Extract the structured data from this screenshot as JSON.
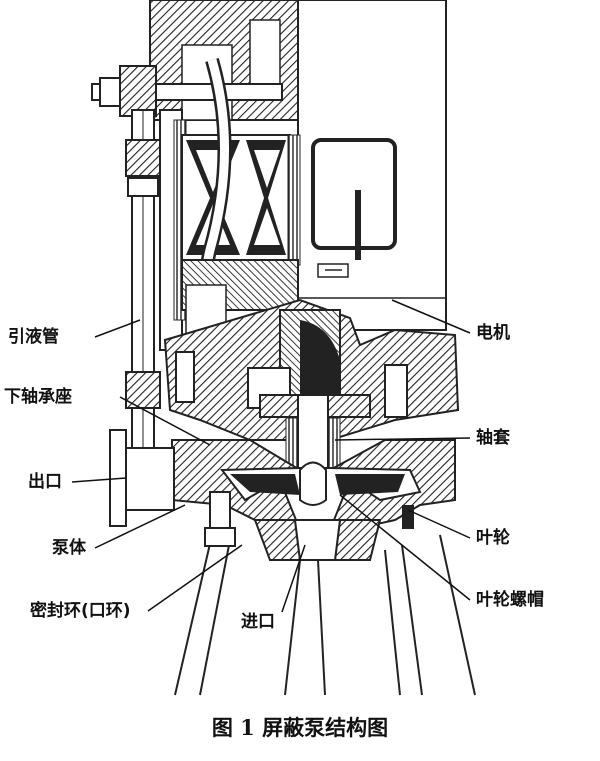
{
  "figure": {
    "labels": {
      "yinye": "引液管",
      "xiazhou": "下轴承座",
      "chukou": "出口",
      "bengti": "泵体",
      "mifeng": "密封环(口环)",
      "jinkou": "进口",
      "dianji": "电机",
      "zhoutao": "轴套",
      "yelun": "叶轮",
      "luomao": "叶轮螺帽"
    },
    "caption": "图 1    屏蔽泵结构图"
  }
}
